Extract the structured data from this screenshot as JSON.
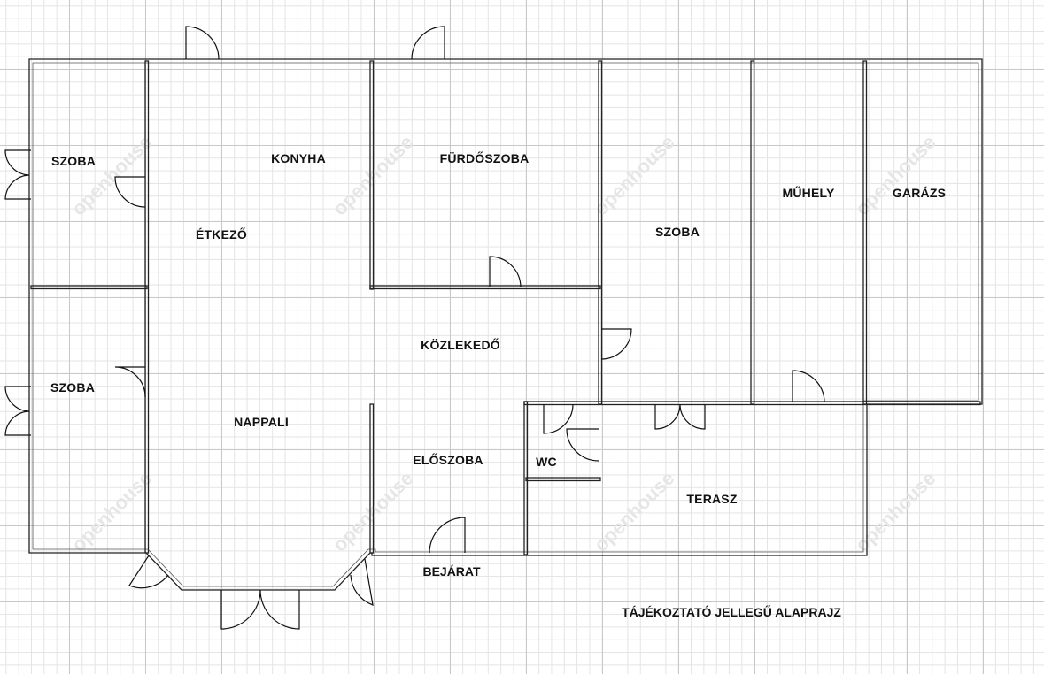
{
  "rooms": {
    "szoba_top_left": "SZOBA",
    "konyha": "KONYHA",
    "furdoszoba": "FÜRDŐSZOBA",
    "etkezo": "ÉTKEZŐ",
    "szoba_middle": "SZOBA",
    "muhely": "MŰHELY",
    "garazs": "GARÁZS",
    "szoba_bottom_left": "SZOBA",
    "kozlekedo": "KÖZLEKEDŐ",
    "nappali": "NAPPALI",
    "eloszoba": "ELŐSZOBA",
    "wc": "WC",
    "terasz": "TERASZ"
  },
  "labels": {
    "bejarat": "BEJÁRAT",
    "note": "TÁJÉKOZTATÓ JELLEGŰ ALAPRAJZ"
  },
  "watermark": {
    "text": "openhouse"
  },
  "colors": {
    "wall": "#222222",
    "grid_major": "#c8c8c8",
    "grid_minor": "#e4e4e4"
  }
}
